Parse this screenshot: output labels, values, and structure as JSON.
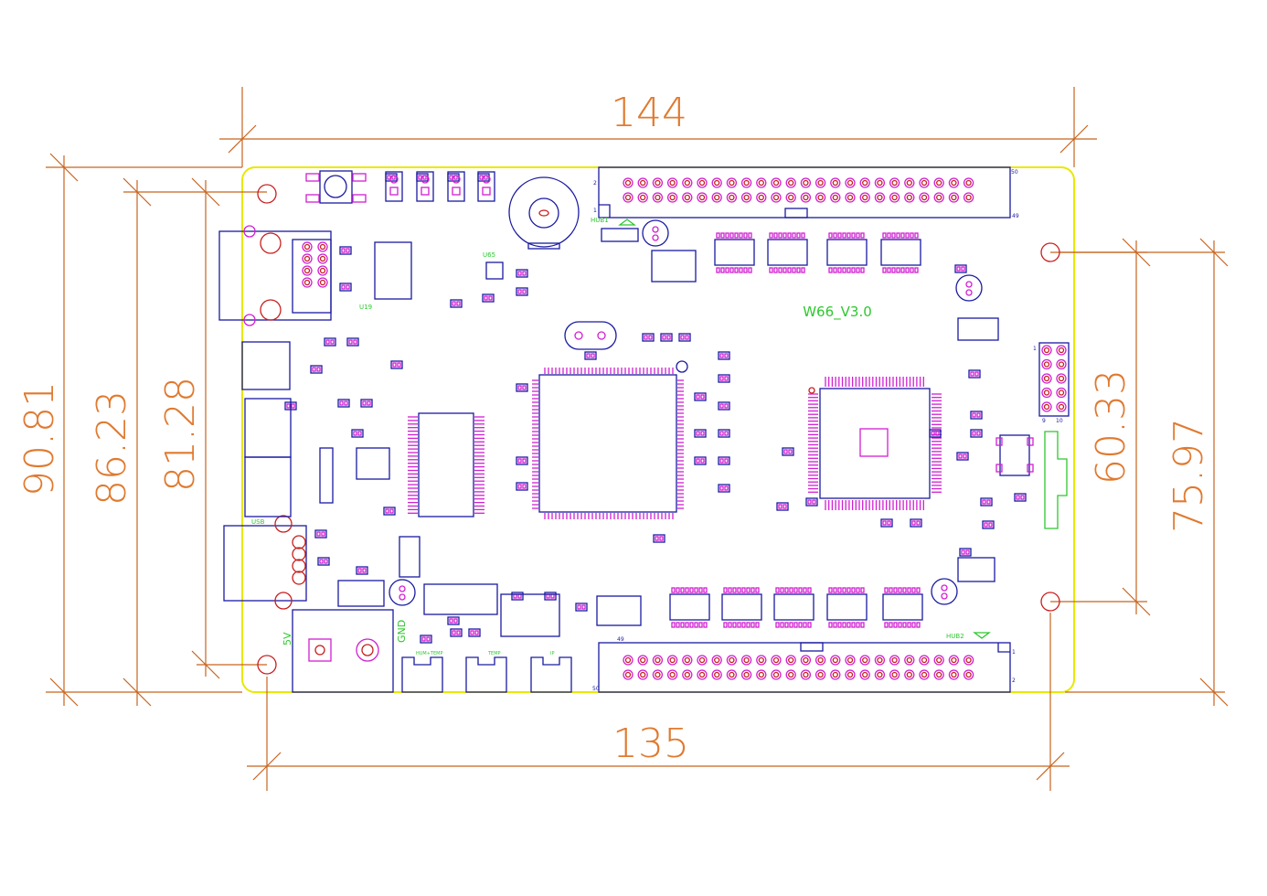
{
  "dimensions": {
    "top_width": "144",
    "bottom_hole_spacing": "135",
    "left_height_outer": "90.81",
    "left_height_mid": "86.23",
    "left_hole_spacing": "81.28",
    "right_hole_spacing": "60.33",
    "right_height": "75.97"
  },
  "labels": {
    "board_name": "W66_V3.0",
    "hub1": "HUB1",
    "hub2": "HUB2",
    "u19": "U19",
    "u65": "U65",
    "usb": "USB",
    "power_5v": "5V",
    "gnd": "GND",
    "hum_temp": "HUM+TEMP",
    "temp": "TEMP",
    "ip": "IP",
    "hub1_pin1": "1",
    "hub1_pin2": "2",
    "hub1_pin49": "49",
    "hub1_pin50": "50",
    "hub2_pin1": "1",
    "hub2_pin2": "2",
    "hub2_pin49": "49",
    "hub2_pin50": "50",
    "jtag_pin1": "1",
    "jtag_pin9": "9",
    "jtag_pin10": "10"
  },
  "colors": {
    "dimension": "#c8641e",
    "board_outline": "#e8e800",
    "outline": "#1a1aa0",
    "pad": "#d21ed2",
    "hole": "#c81e1e",
    "silk_text": "#2ec82e"
  }
}
